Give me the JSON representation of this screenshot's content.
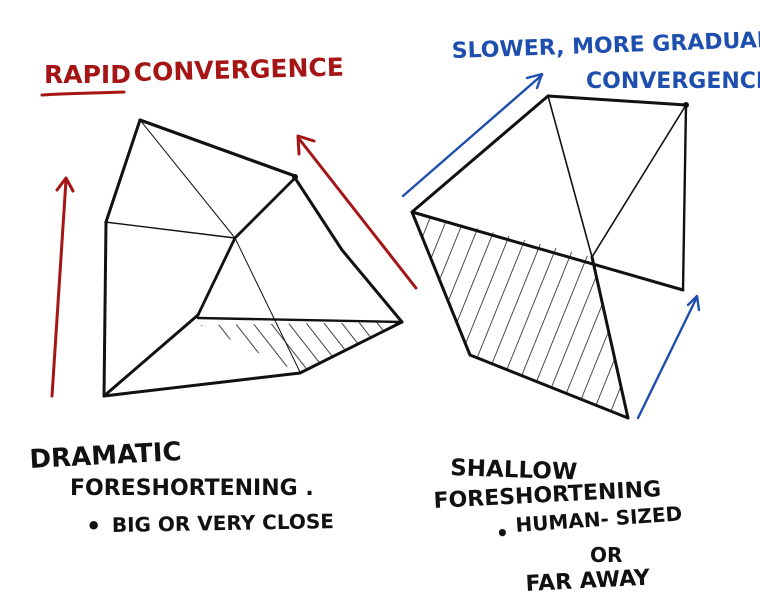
{
  "colors": {
    "ink": "#111111",
    "red": "#a51515",
    "blue": "#1f4fae",
    "paper": "#ffffff"
  },
  "left": {
    "title_underlined": "RAPID",
    "title_rest": "CONVERGENCE",
    "label_line1": "DRAMATIC",
    "label_line2": "FORESHORTENING .",
    "bullet": "•",
    "note": "BIG OR VERY CLOSE"
  },
  "right": {
    "title_line1": "SLOWER, MORE GRADUAL",
    "title_line2": "CONVERGENCE",
    "label_line1": "SHALLOW",
    "label_line2": "FORESHORTENING",
    "bullet": "•",
    "note_line1": "HUMAN- SIZED",
    "note_line2": "OR",
    "note_line3": "FAR AWAY"
  }
}
